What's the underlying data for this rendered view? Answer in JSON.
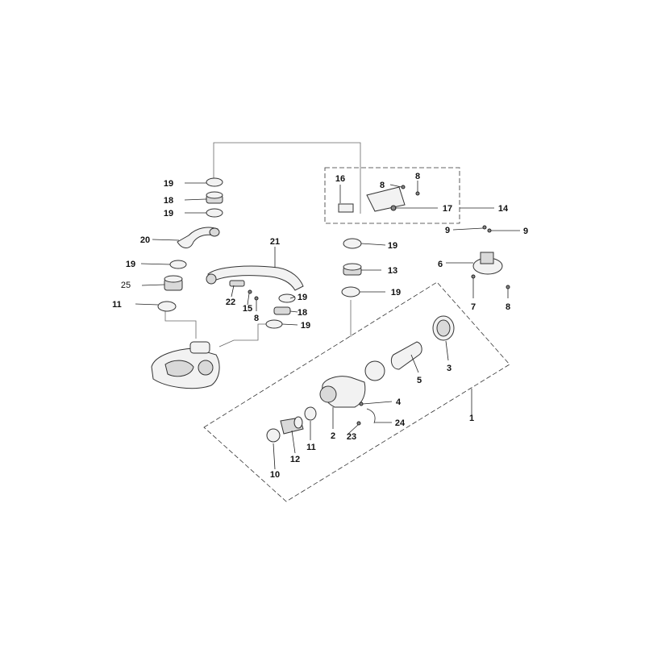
{
  "diagram": {
    "labels": [
      "1",
      "2",
      "3",
      "4",
      "5",
      "6",
      "7",
      "8",
      "8",
      "8",
      "8",
      "9",
      "9",
      "10",
      "11",
      "11",
      "12",
      "13",
      "14",
      "15",
      "16",
      "17",
      "18",
      "18",
      "19",
      "19",
      "19",
      "19",
      "19",
      "19",
      "19",
      "20",
      "21",
      "22",
      "23",
      "24",
      "25"
    ]
  }
}
